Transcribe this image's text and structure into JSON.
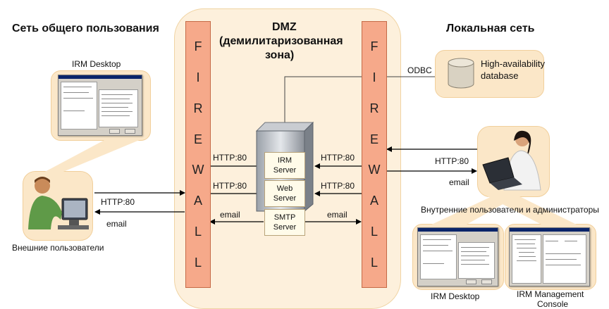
{
  "headers": {
    "public": "Сеть общего пользования",
    "dmz_line1": "DMZ",
    "dmz_line2": "(демилитаризованная",
    "dmz_line3": "зона)",
    "local": "Локальная сеть"
  },
  "firewall_letters": [
    "F",
    "I",
    "R",
    "E",
    "W",
    "A",
    "L",
    "L"
  ],
  "servers": {
    "irm_line1": "IRM",
    "irm_line2": "Server",
    "web_line1": "Web",
    "web_line2": "Server",
    "smtp_line1": "SMTP",
    "smtp_line2": "Server"
  },
  "database": {
    "label_line1": "High-availability",
    "label_line2": "database",
    "link_label": "ODBC"
  },
  "links": {
    "dmz_irm_http": "HTTP:80",
    "dmz_web_http": "HTTP:80",
    "dmz_email": "email",
    "local_irm_http": "HTTP:80",
    "local_web_http": "HTTP:80",
    "local_email": "email",
    "internal_http": "HTTP:80",
    "internal_email": "email",
    "external_http": "HTTP:80",
    "external_email": "email"
  },
  "captions": {
    "irm_desktop_top": "IRM Desktop",
    "external_users": "Внешние пользователи",
    "internal_users": "Внутренние пользователи и администраторы",
    "irm_desktop_bottom": "IRM Desktop",
    "irm_console_line1": "IRM Management",
    "irm_console_line2": "Console"
  },
  "colors": {
    "zone_fill": "#fdf0dc",
    "firewall_fill": "#f6a98a",
    "firewall_border": "#c56a47",
    "server_fill": "#fffbe9"
  }
}
